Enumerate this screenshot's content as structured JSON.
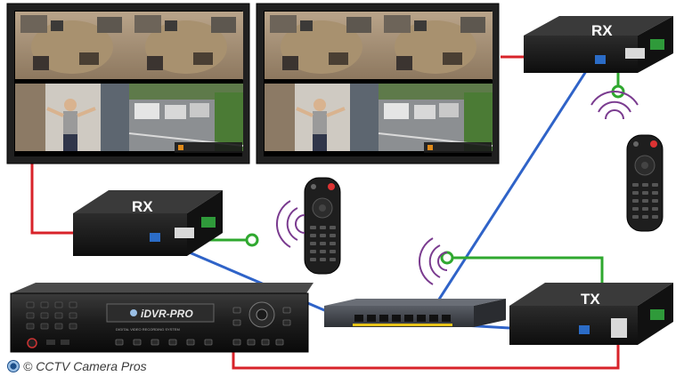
{
  "labels": {
    "rx_top": "RX",
    "rx_left": "RX",
    "tx": "TX",
    "dvr_brand": "iDVR-PRO",
    "dvr_subtitle": "DIGITAL VIDEO RECORDING SYSTEM"
  },
  "footer": {
    "copyright": "© CCTV Camera Pros"
  },
  "colors": {
    "hdmi_cable": "#d8232a",
    "network_cable": "#2f63c8",
    "ir_cable": "#2fa82f",
    "device_body": "#1b1b1b",
    "switch_body": "#3b3e44"
  },
  "icons": [
    "monitor",
    "video-extender-receiver",
    "video-extender-transmitter",
    "network-switch",
    "dvr-recorder",
    "remote-control",
    "ir-signal-waves",
    "ir-receiver-eye"
  ]
}
